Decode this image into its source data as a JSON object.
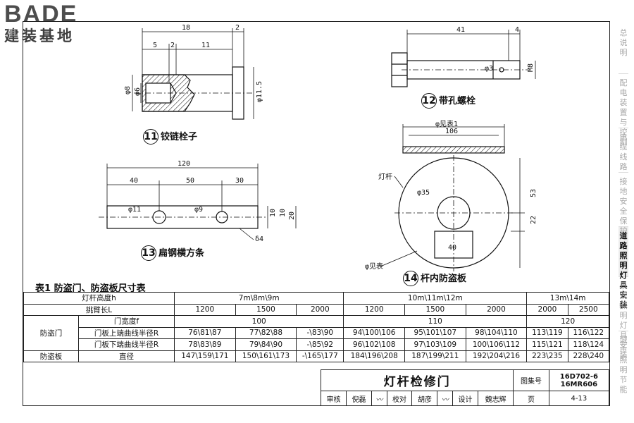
{
  "logo": {
    "main": "BADE",
    "sub": "建装基地"
  },
  "side_nav": [
    {
      "label": "总说明"
    },
    {
      "label": "配电装置与控制"
    },
    {
      "label": "电缆线路"
    },
    {
      "label": "接地安全保护"
    },
    {
      "label": "道路照明灯具安装",
      "active": true
    },
    {
      "label": "景观照明灯具安装"
    },
    {
      "label": "城市照明节能"
    }
  ],
  "left_side": {
    "fragment": "明"
  },
  "drawings": {
    "d11": {
      "num": "11",
      "title": "铰链栓子",
      "dims": [
        "18",
        "2",
        "5",
        "2",
        "11",
        "φ8",
        "φ6",
        "φ11.5"
      ]
    },
    "d12": {
      "num": "12",
      "title": "带孔螺栓",
      "dims": [
        "41",
        "4",
        "φ3",
        "M8"
      ]
    },
    "d13": {
      "num": "13",
      "title": "扁钢横方条",
      "dims": [
        "120",
        "40",
        "50",
        "30",
        "φ11",
        "φ9",
        "10",
        "10",
        "20",
        "δ4"
      ]
    },
    "d14": {
      "num": "14",
      "title": "杆内防盗板",
      "dims": [
        "φ见表1",
        "106",
        "灯杆",
        "φ35",
        "53",
        "22",
        "40",
        "φ见表"
      ]
    }
  },
  "table": {
    "title": "表1   防盗门、防盗板尺寸表",
    "row_height_label": "灯杆高度h",
    "heights": [
      "7m\\8m\\9m",
      "10m\\11m\\12m",
      "13m\\14m"
    ],
    "row_arm_label": "挑臂长L",
    "arms": [
      "1200",
      "1500",
      "2000",
      "1200",
      "1500",
      "2000",
      "2000",
      "2500"
    ],
    "door_label": "防盗门",
    "width_label": "门宽度f",
    "widths": [
      "100",
      "110",
      "120"
    ],
    "upper_label": "门板上端曲线半径R",
    "upper": [
      "76\\81\\87",
      "77\\82\\88",
      "-\\83\\90",
      "94\\100\\106",
      "95\\101\\107",
      "98\\104\\110",
      "113\\119",
      "116\\122"
    ],
    "lower_label": "门板下端曲线半径R",
    "lower": [
      "78\\83\\89",
      "79\\84\\90",
      "-\\85\\92",
      "96\\102\\108",
      "97\\103\\109",
      "100\\106\\112",
      "115\\121",
      "118\\124"
    ],
    "plate_label": "防盗板",
    "diameter_label": "直径",
    "diameter": [
      "147\\159\\171",
      "150\\161\\173",
      "-\\165\\177",
      "184\\196\\208",
      "187\\199\\211",
      "192\\204\\216",
      "223\\235",
      "228\\240"
    ]
  },
  "title_block": {
    "drawing_title": "灯杆检修门",
    "atlas_label": "图集号",
    "atlas_no": "16D702-6",
    "atlas_no2": "16MR606",
    "review_label": "审核",
    "reviewer": "倪磊",
    "check_label": "校对",
    "checker": "胡彦",
    "design_label": "设计",
    "designer": "魏志辉",
    "page_label": "页",
    "page": "4-13"
  }
}
